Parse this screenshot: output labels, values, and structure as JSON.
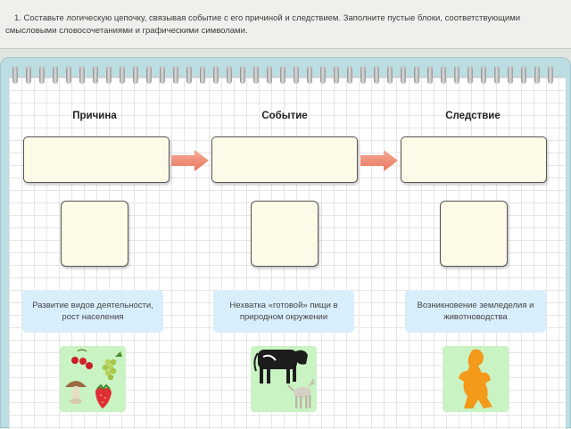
{
  "task": {
    "text": "1. Составьте логическую цепочку, связывая событие с его причиной и следствием. Заполните пустые блоки, соответствующими смысловыми словосочетаниями и графическими символами."
  },
  "columns": [
    {
      "header": "Причина"
    },
    {
      "header": "Событие"
    },
    {
      "header": "Следствие"
    }
  ],
  "cards": [
    {
      "text": "Развитие видов деятельности, рост населения",
      "icon": "plants-icon"
    },
    {
      "text": "Нехватка «готовой» пищи в природном окружении",
      "icon": "animals-icon"
    },
    {
      "text": "Возникновение земледелия и животноводства",
      "icon": "person-silhouette-icon"
    }
  ],
  "colors": {
    "board": "#bcdde2",
    "box_fill": "#fdfbe7",
    "arrow": "#f08b73",
    "card": "#d9eefb",
    "picture_bg": "#c9f3c3"
  }
}
